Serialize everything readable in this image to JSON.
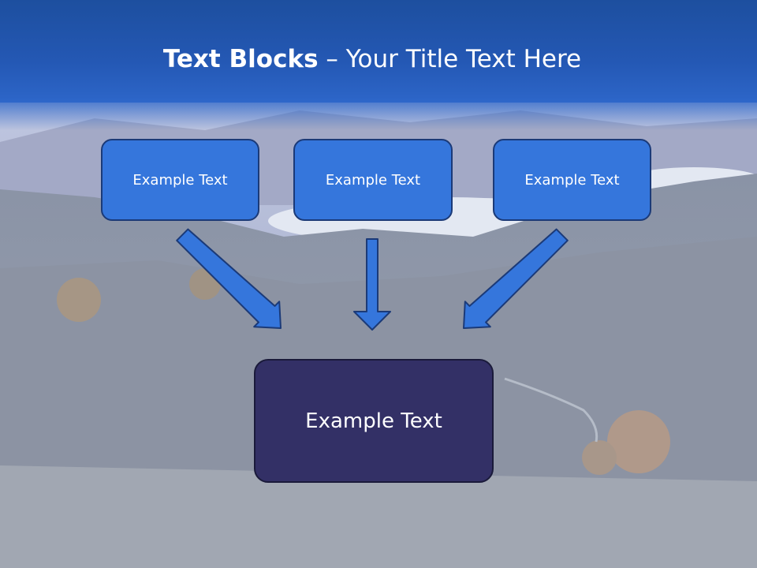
{
  "title": {
    "bold": "Text Blocks",
    "rest": " – Your Title Text Here"
  },
  "blocks": [
    {
      "label": "Example Text"
    },
    {
      "label": "Example Text"
    },
    {
      "label": "Example Text"
    }
  ],
  "target": {
    "label": "Example Text"
  },
  "colors": {
    "title_band": "#2458b4",
    "block_fill": "#3576dc",
    "block_border": "#1b3a78",
    "target_fill": "#333066",
    "arrow_fill": "#3576dc"
  }
}
